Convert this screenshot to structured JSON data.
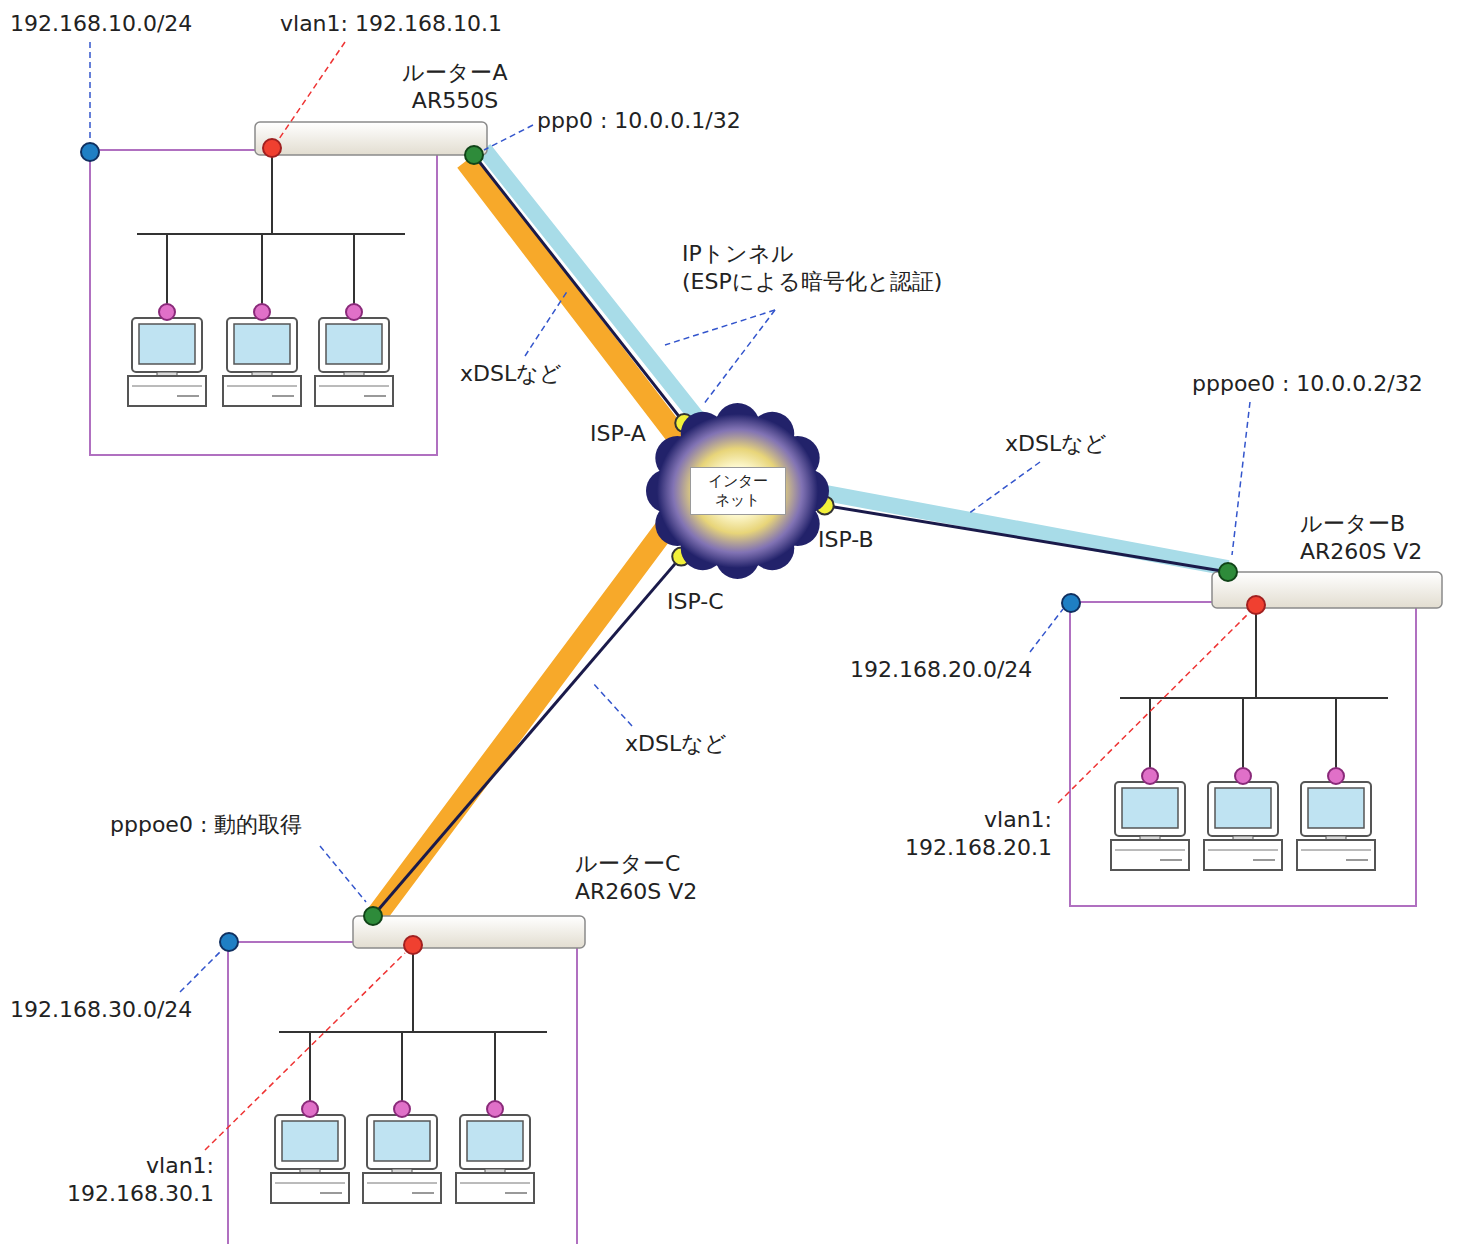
{
  "diagram": {
    "nodes": [
      {
        "text": [
          "ルーターA",
          "AR550S"
        ]
      },
      {
        "text": [
          "インター ネット"
        ]
      },
      {
        "text": [
          "ルーターB",
          "AR260S V2"
        ]
      },
      {
        "text": [
          "ルーターC",
          "AR260S V2"
        ]
      }
    ],
    "edges": [
      {
        "from": 0,
        "to": 1,
        "arrow": "none"
      },
      {
        "from": 1,
        "to": 2,
        "arrow": "none"
      },
      {
        "from": 1,
        "to": 3,
        "arrow": "none"
      }
    ],
    "labels": [
      "192.168.10.0/24",
      "vlan1: 192.168.10.1",
      "ppp0 : 10.0.0.1/32",
      "IPトンネル (ESPによる暗号化と認証)",
      "xDSLなど",
      "ISP-A",
      "xDSLなど",
      "pppoe0 : 10.0.0.2/32",
      "ISP-B",
      "ISP-C",
      "192.168.20.0/24",
      "xDSLなど",
      "vlan1: 192.168.20.1",
      "pppoe0 : 動的取得",
      "192.168.30.0/24",
      "vlan1: 192.168.30.1"
    ]
  }
}
